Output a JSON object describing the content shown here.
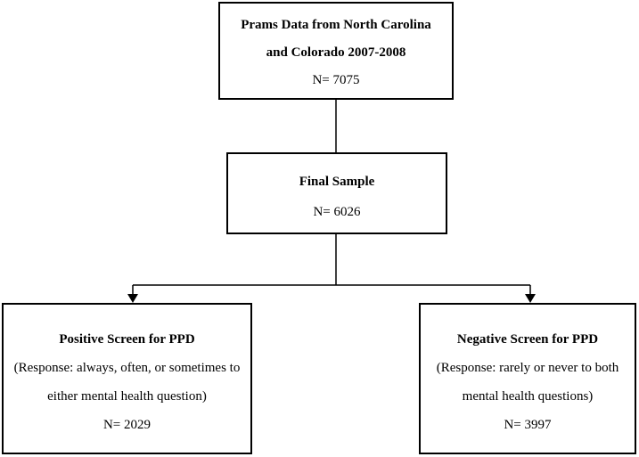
{
  "boxes": {
    "source": {
      "title_line1": "Prams Data from North Carolina",
      "title_line2": "and Colorado 2007-2008",
      "count": "N= 7075"
    },
    "final": {
      "title": "Final Sample",
      "count": "N= 6026"
    },
    "positive": {
      "title": "Positive Screen for PPD",
      "desc_line1": "(Response: always, often, or sometimes to",
      "desc_line2": "either mental health question)",
      "count": "N= 2029"
    },
    "negative": {
      "title": "Negative Screen for PPD",
      "desc_line1": "(Response: rarely or never to both",
      "desc_line2": "mental health questions)",
      "count": "N= 3997"
    }
  },
  "colors": {
    "stroke": "#000000",
    "background": "#ffffff"
  }
}
